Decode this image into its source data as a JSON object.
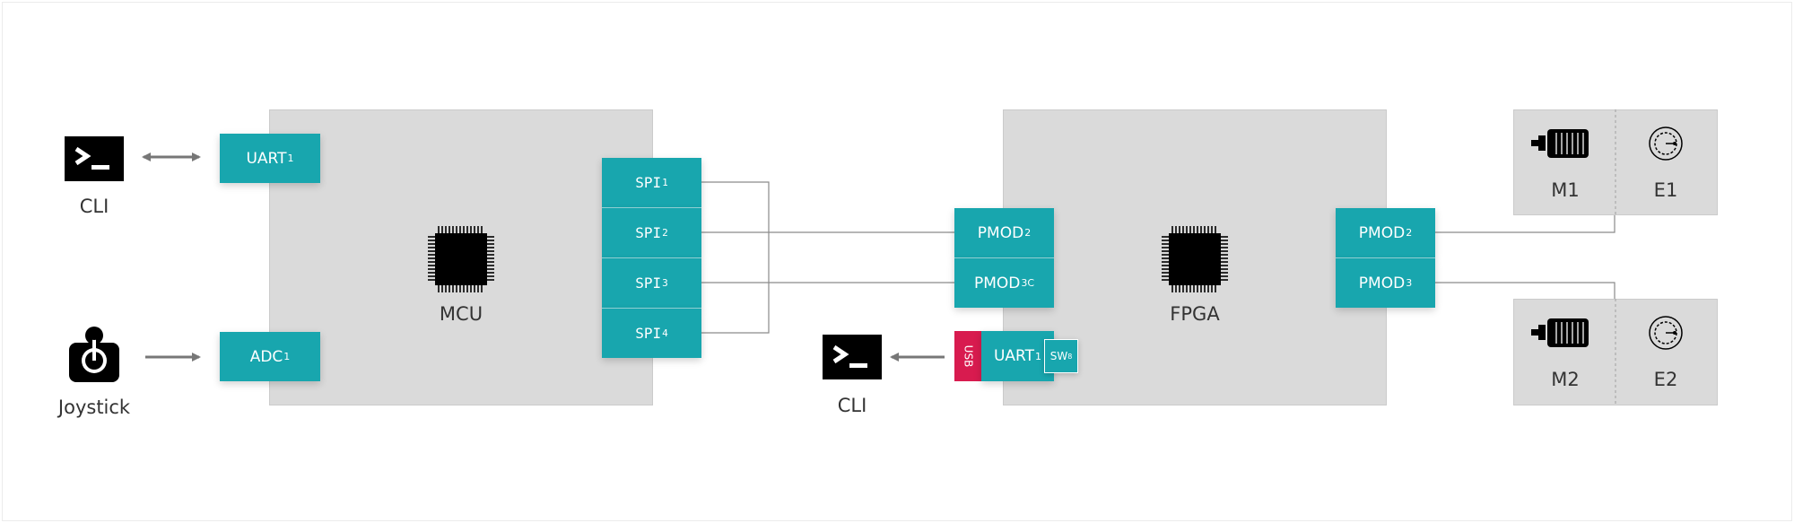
{
  "colors": {
    "accent": "#18a6ae",
    "usb": "#d81b4f",
    "block": "#dadada",
    "wire": "#8a8a8a",
    "arrow": "#777777"
  },
  "left": {
    "cli_label": "CLI",
    "joystick_label": "Joystick",
    "icons": [
      "terminal-icon",
      "joystick-icon"
    ]
  },
  "mcu": {
    "label": "MCU",
    "uart": {
      "name": "UART",
      "sub": "1"
    },
    "adc": {
      "name": "ADC",
      "sub": "1"
    },
    "spi": [
      {
        "name": "SPI",
        "sub": "1"
      },
      {
        "name": "SPI",
        "sub": "2"
      },
      {
        "name": "SPI",
        "sub": "3"
      },
      {
        "name": "SPI",
        "sub": "4"
      }
    ]
  },
  "middle": {
    "cli_label": "CLI",
    "usb_label": "USB",
    "uart": {
      "name": "UART",
      "sub": "1"
    },
    "sw": {
      "name": "SW",
      "sub": "8"
    }
  },
  "fpga": {
    "label": "FPGA",
    "left_ports": [
      {
        "name": "PMOD",
        "sub": "2"
      },
      {
        "name": "PMOD",
        "sub": "3C"
      }
    ],
    "right_ports": [
      {
        "name": "PMOD",
        "sub": "2"
      },
      {
        "name": "PMOD",
        "sub": "3"
      }
    ]
  },
  "motors": [
    {
      "motor": "M1",
      "encoder": "E1"
    },
    {
      "motor": "M2",
      "encoder": "E2"
    }
  ]
}
